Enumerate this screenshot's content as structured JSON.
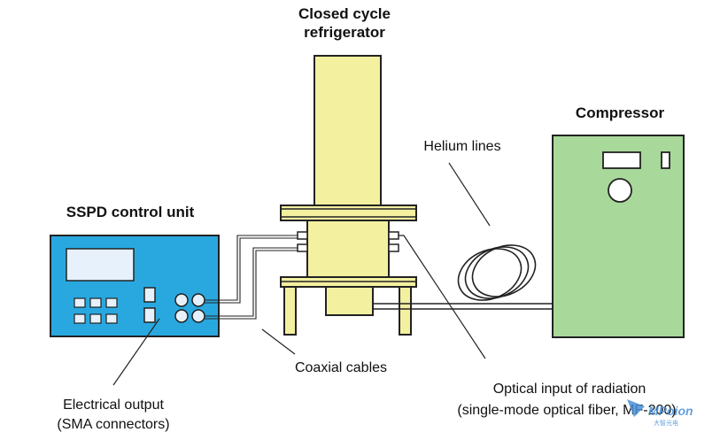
{
  "labels": {
    "fridge_line1": "Closed cycle",
    "fridge_line2": "refrigerator",
    "compressor": "Compressor",
    "helium": "Helium lines",
    "sspd": "SSPD control unit",
    "coaxial": "Coaxial cables",
    "electrical_line1": "Electrical output",
    "electrical_line2": "(SMA connectors)",
    "optical_line1": "Optical input of radiation",
    "optical_line2": "(single-mode optical fiber, MF-200)"
  },
  "watermark": {
    "brand": "MPoion",
    "sub": "大智光电"
  },
  "colors": {
    "fridge": "#f3f0a0",
    "compressor": "#a8d89a",
    "control_unit": "#29a8e0",
    "screen": "#e6f1fb",
    "outline": "#222222",
    "watermark": "#4a90d9"
  }
}
